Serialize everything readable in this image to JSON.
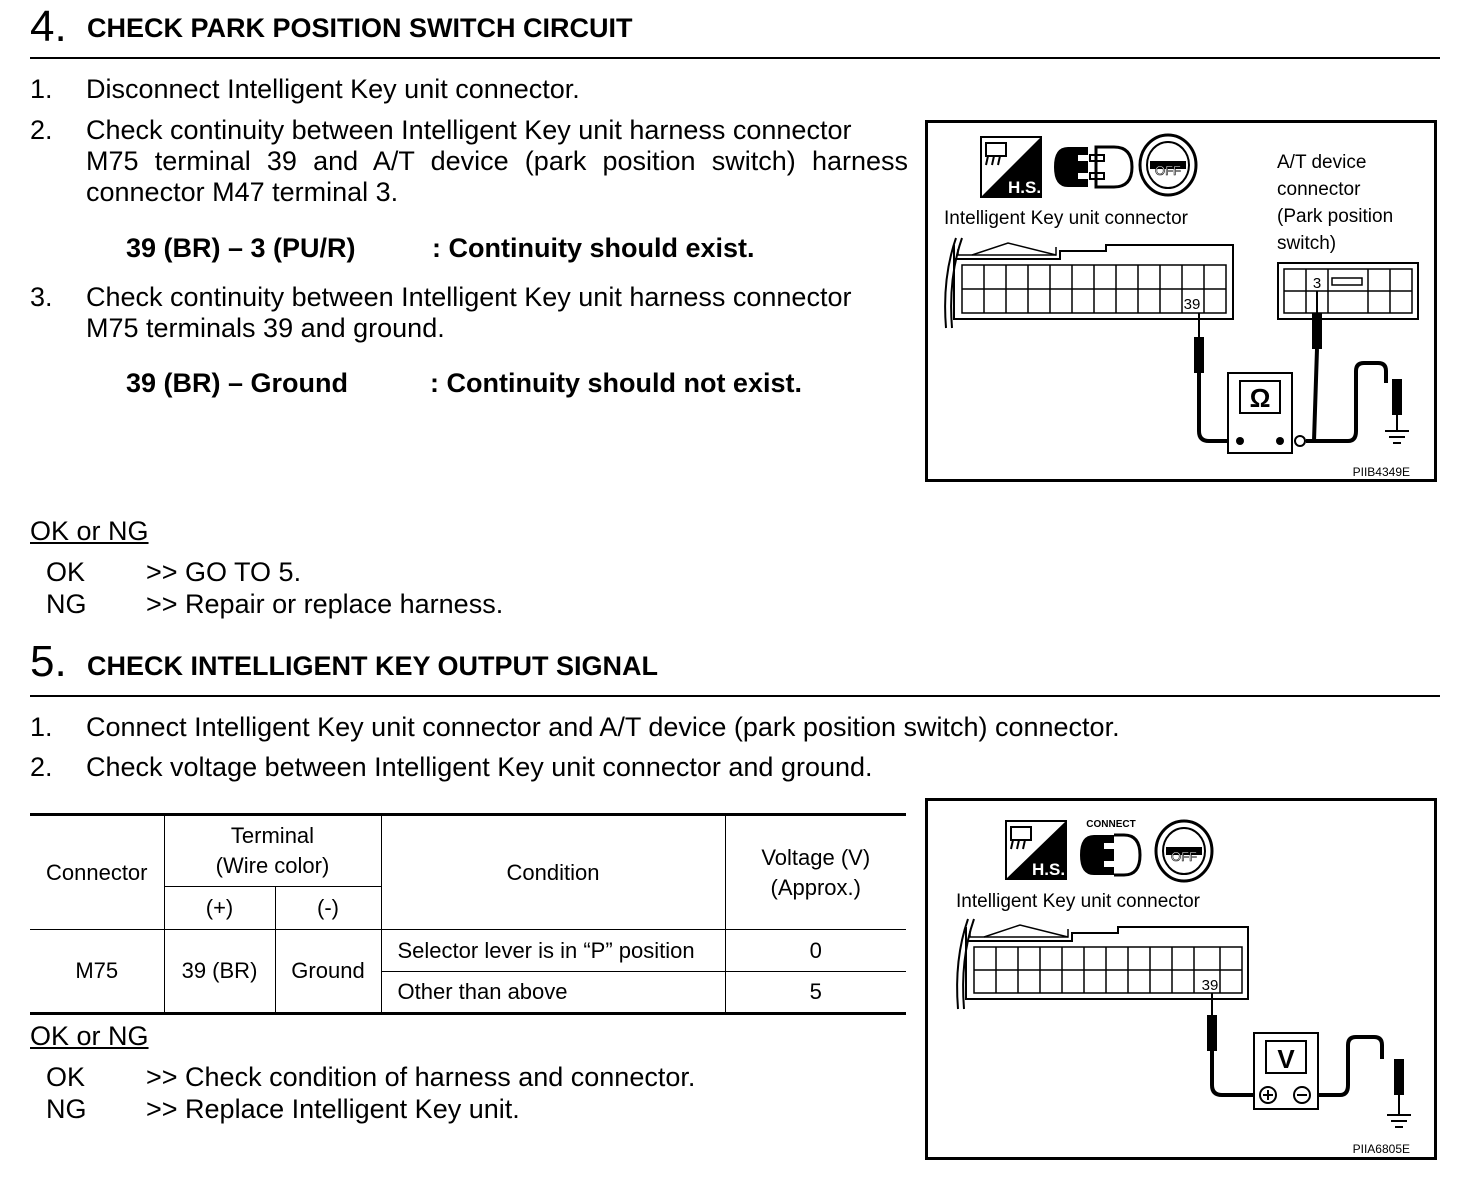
{
  "step4": {
    "number": "4.",
    "title": "CHECK PARK POSITION SWITCH CIRCUIT",
    "items": [
      {
        "num": "1.",
        "text": "Disconnect Intelligent Key unit connector."
      },
      {
        "num": "2.",
        "line1": "Check continuity between Intelligent Key unit harness connector",
        "line2": "M75 terminal 39 and A/T device (park position switch) harness",
        "line3": "connector M47 terminal 3."
      },
      {
        "num": "3.",
        "line1": "Check continuity between Intelligent Key unit harness connector",
        "line2": "M75 terminals 39 and ground."
      }
    ],
    "spec1": {
      "left": "39 (BR) – 3 (PU/R)",
      "right": ": Continuity should exist."
    },
    "spec2": {
      "left": "39 (BR) – Ground",
      "right": ": Continuity should not exist."
    },
    "okng": {
      "title": "OK or NG",
      "ok_label": "OK",
      "ok_text": ">> GO TO 5.",
      "ng_label": "NG",
      "ng_text": ">> Repair or replace harness."
    },
    "figure": {
      "hs_label": "H.S.",
      "off_label": "OFF",
      "connector_label": "Intelligent Key unit connector",
      "at_label_1": "A/T device",
      "at_label_2": "connector",
      "at_label_3": "(Park position",
      "at_label_4": "switch)",
      "terminal_39": "39",
      "terminal_3": "3",
      "meter_symbol": "Ω",
      "code": "PIIB4349E"
    }
  },
  "step5": {
    "number": "5.",
    "title": "CHECK INTELLIGENT KEY OUTPUT SIGNAL",
    "items": [
      {
        "num": "1.",
        "text": "Connect Intelligent Key unit connector and A/T device (park position switch) connector."
      },
      {
        "num": "2.",
        "text": "Check voltage between Intelligent Key unit connector and ground."
      }
    ],
    "table": {
      "h_connector": "Connector",
      "h_terminal_1": "Terminal",
      "h_terminal_2": "(Wire color)",
      "h_plus": "(+)",
      "h_minus": "(-)",
      "h_condition": "Condition",
      "h_voltage_1": "Voltage (V)",
      "h_voltage_2": "(Approx.)",
      "connector": "M75",
      "plus": "39 (BR)",
      "minus": "Ground",
      "rows": [
        {
          "condition": "Selector lever is in “P” position",
          "voltage": "0"
        },
        {
          "condition": "Other than above",
          "voltage": "5"
        }
      ]
    },
    "okng": {
      "title": "OK or NG",
      "ok_label": "OK",
      "ok_text": ">> Check condition of harness and connector.",
      "ng_label": "NG",
      "ng_text": ">> Replace Intelligent Key unit."
    },
    "figure": {
      "hs_label": "H.S.",
      "connect_label": "CONNECT",
      "off_label": "OFF",
      "connector_label": "Intelligent Key unit connector",
      "terminal_39": "39",
      "meter_symbol": "V",
      "code": "PIIA6805E"
    }
  }
}
